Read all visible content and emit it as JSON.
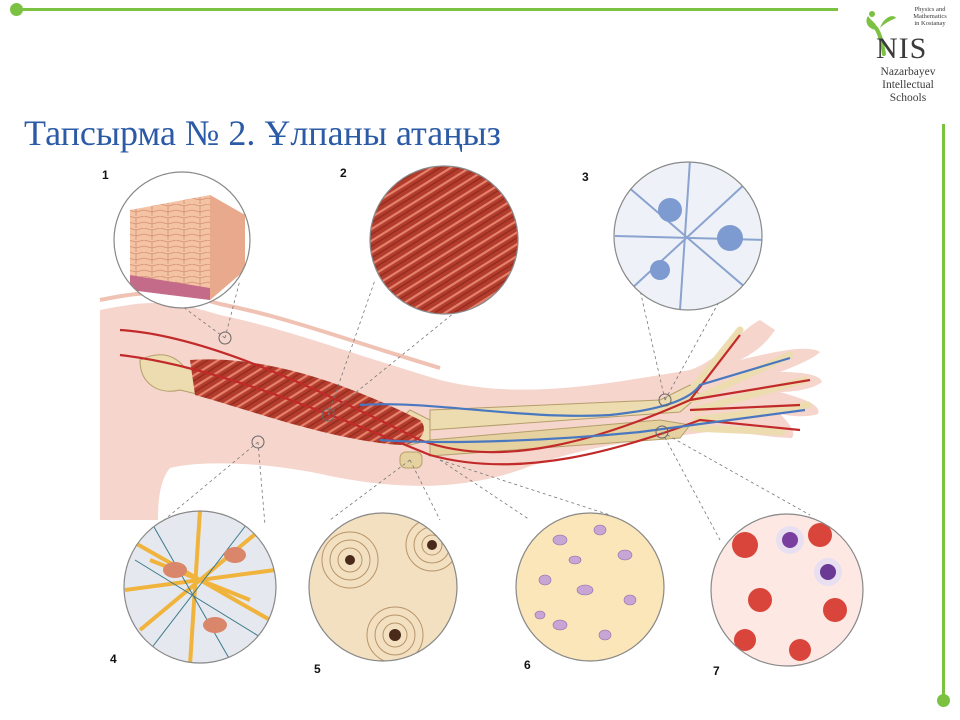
{
  "slide": {
    "title": "Тапсырма № 2. Ұлпаны атаңыз",
    "accent_color": "#7cc242",
    "title_color": "#2b5aa6"
  },
  "logo": {
    "small_line1": "Physics and",
    "small_line2": "Mathematics",
    "small_line3": "in Kostanay",
    "wordmark": "NIS",
    "line1": "Nazarbayev",
    "line2": "Intellectual",
    "line3": "Schools"
  },
  "figure": {
    "labels": [
      "1",
      "2",
      "3",
      "4",
      "5",
      "6",
      "7"
    ]
  }
}
